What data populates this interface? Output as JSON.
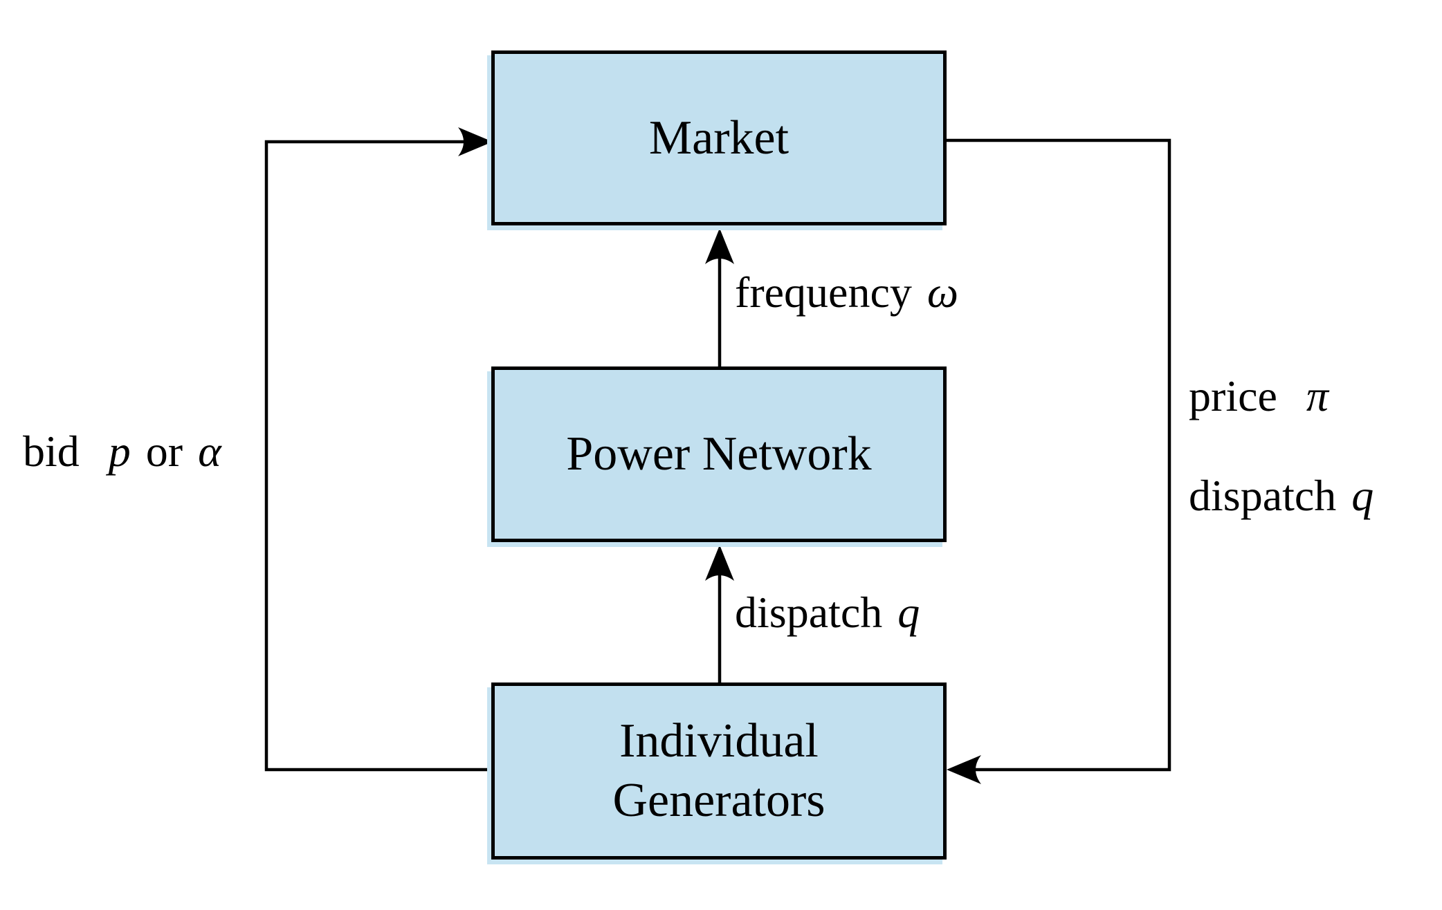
{
  "diagram": {
    "title": "market-power-network-feedback-loop",
    "colors": {
      "background": "#ffffff",
      "box_fill": "#c2e0ef",
      "box_border": "#000000",
      "box_shadow": "#c8e4f2",
      "wire": "#000000"
    },
    "boxes": {
      "market": {
        "label": "Market"
      },
      "power_network": {
        "label": "Power Network"
      },
      "generators": {
        "line1": "Individual",
        "line2": "Generators"
      }
    },
    "labels": {
      "frequency": {
        "word": "frequency",
        "symbol": "ω"
      },
      "dispatch_mid": {
        "word": "dispatch",
        "symbol": "q"
      },
      "bid": {
        "word1": "bid",
        "sym1": "p",
        "word2": "or",
        "sym2": "α"
      },
      "price": {
        "word": "price",
        "symbol": "π"
      },
      "dispatch_right": {
        "word": "dispatch",
        "symbol": "q"
      }
    }
  }
}
